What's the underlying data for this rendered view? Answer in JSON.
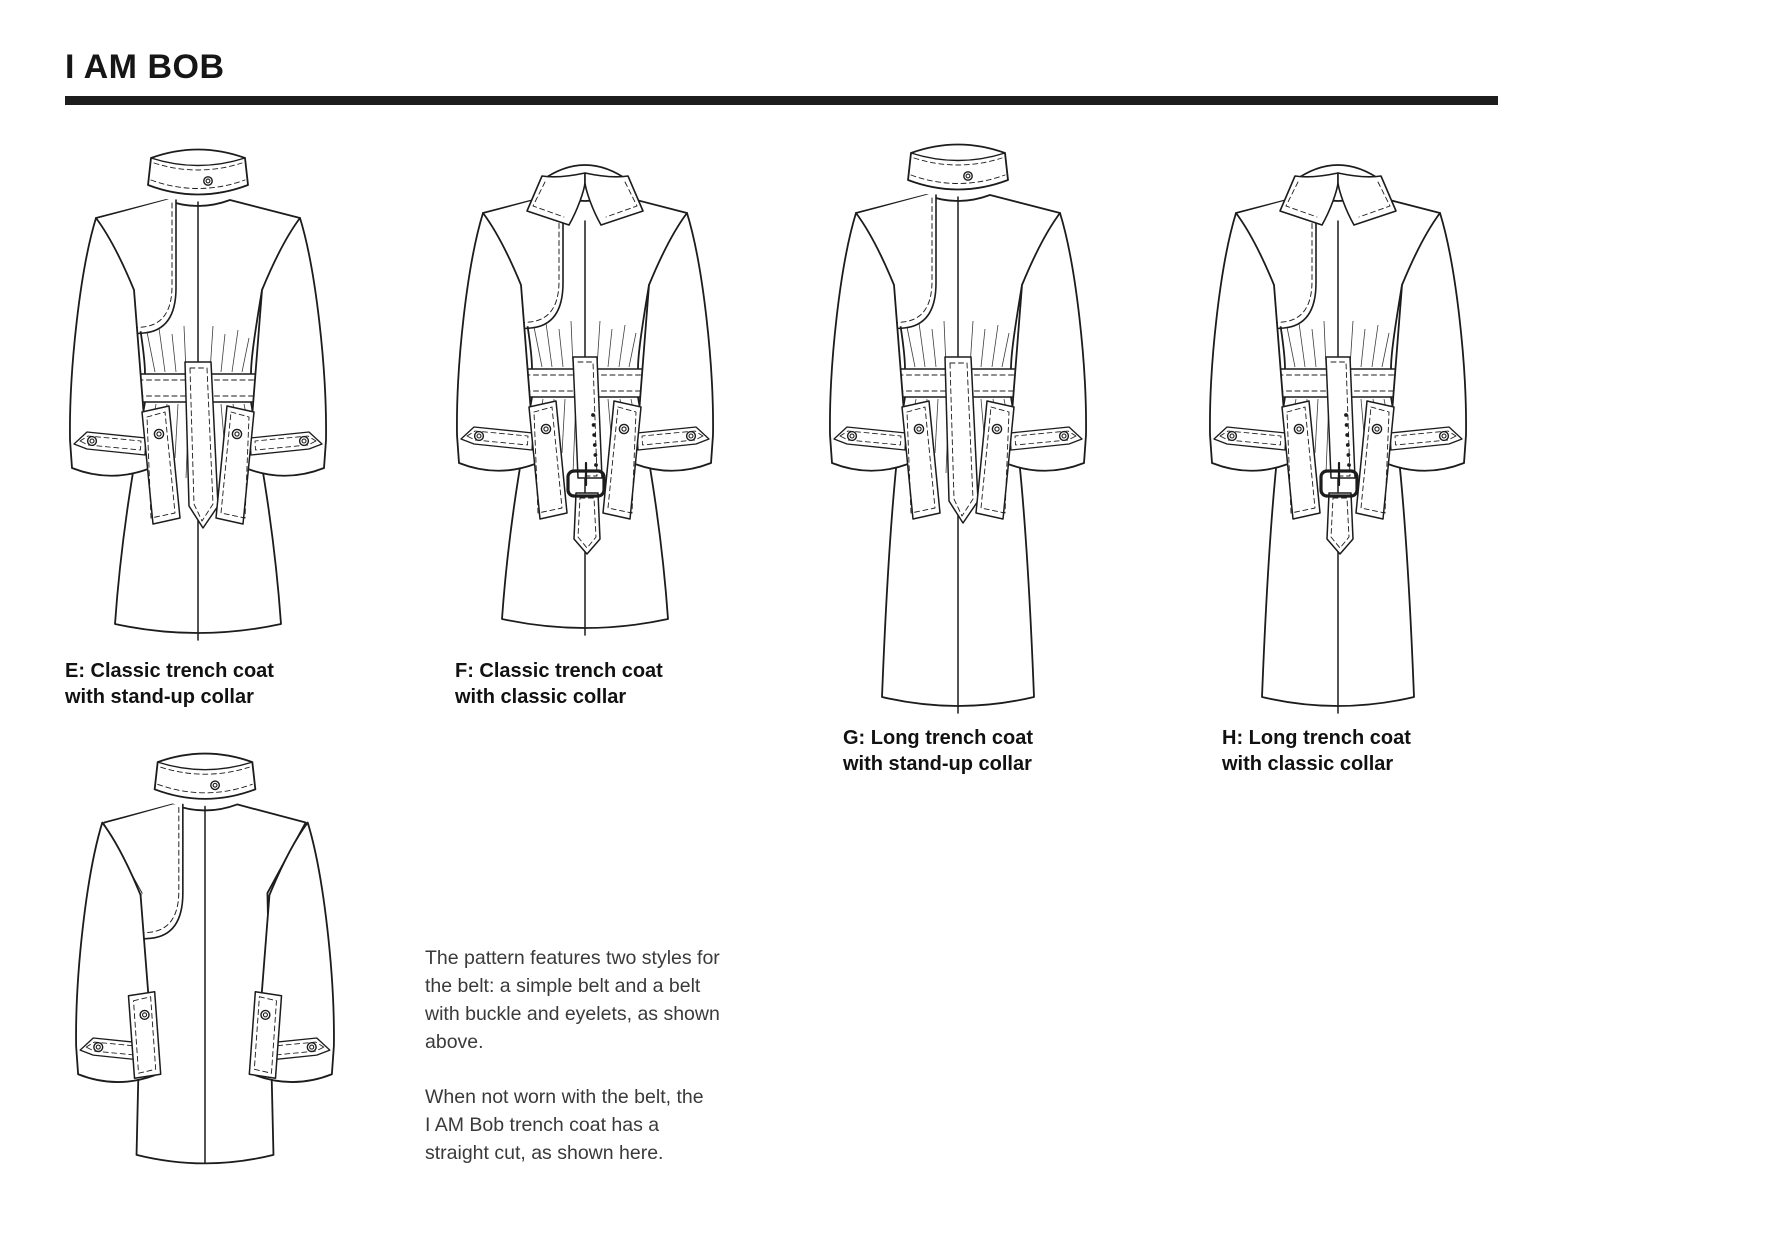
{
  "title": "I AM BOB",
  "ink": "#1c1c1c",
  "figures": [
    {
      "label": "E",
      "collar": "stand",
      "length": "classic",
      "belt": "tie",
      "caption": "E: Classic trench coat\nwith stand-up collar"
    },
    {
      "label": "F",
      "collar": "classic",
      "length": "classic",
      "belt": "buckle",
      "caption": "F: Classic trench coat\nwith classic collar"
    },
    {
      "label": "G",
      "collar": "stand",
      "length": "long",
      "belt": "tie",
      "caption": "G: Long trench coat\nwith stand-up collar"
    },
    {
      "label": "H",
      "collar": "classic",
      "length": "long",
      "belt": "buckle",
      "caption": "H: Long trench coat\nwith classic collar"
    },
    {
      "label": "no-belt",
      "collar": "stand",
      "length": "straight",
      "belt": "none",
      "caption": ""
    }
  ],
  "notes": {
    "p1": "The pattern features two styles for\nthe belt: a simple belt and a belt\nwith buckle and eyelets, as shown\nabove.",
    "p2": "When not worn with the belt, the\nI AM Bob trench coat has a\nstraight cut, as shown here."
  }
}
